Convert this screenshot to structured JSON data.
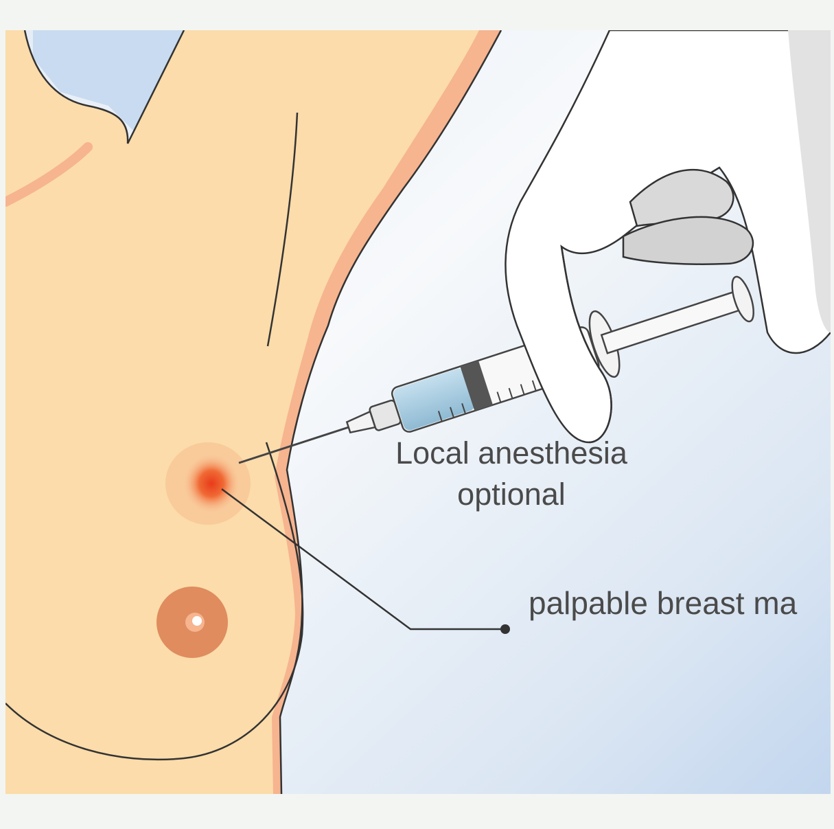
{
  "labels": {
    "anesthesia_line1": "Local anesthesia",
    "anesthesia_line2": "optional",
    "mass": "palpable breast ma"
  },
  "colors": {
    "skin": "#fbdcaa",
    "skin_shadow": "#f6b48f",
    "background_light": "#f7f9fb",
    "background_blue": "#c2d6ee",
    "glove": "#ffffff",
    "glove_shade": "#d2d2d2",
    "syringe_fluid": "#a8cce0",
    "mass": "#ea4f1f",
    "areola": "#e08c5e",
    "text": "#4a4a4a"
  }
}
